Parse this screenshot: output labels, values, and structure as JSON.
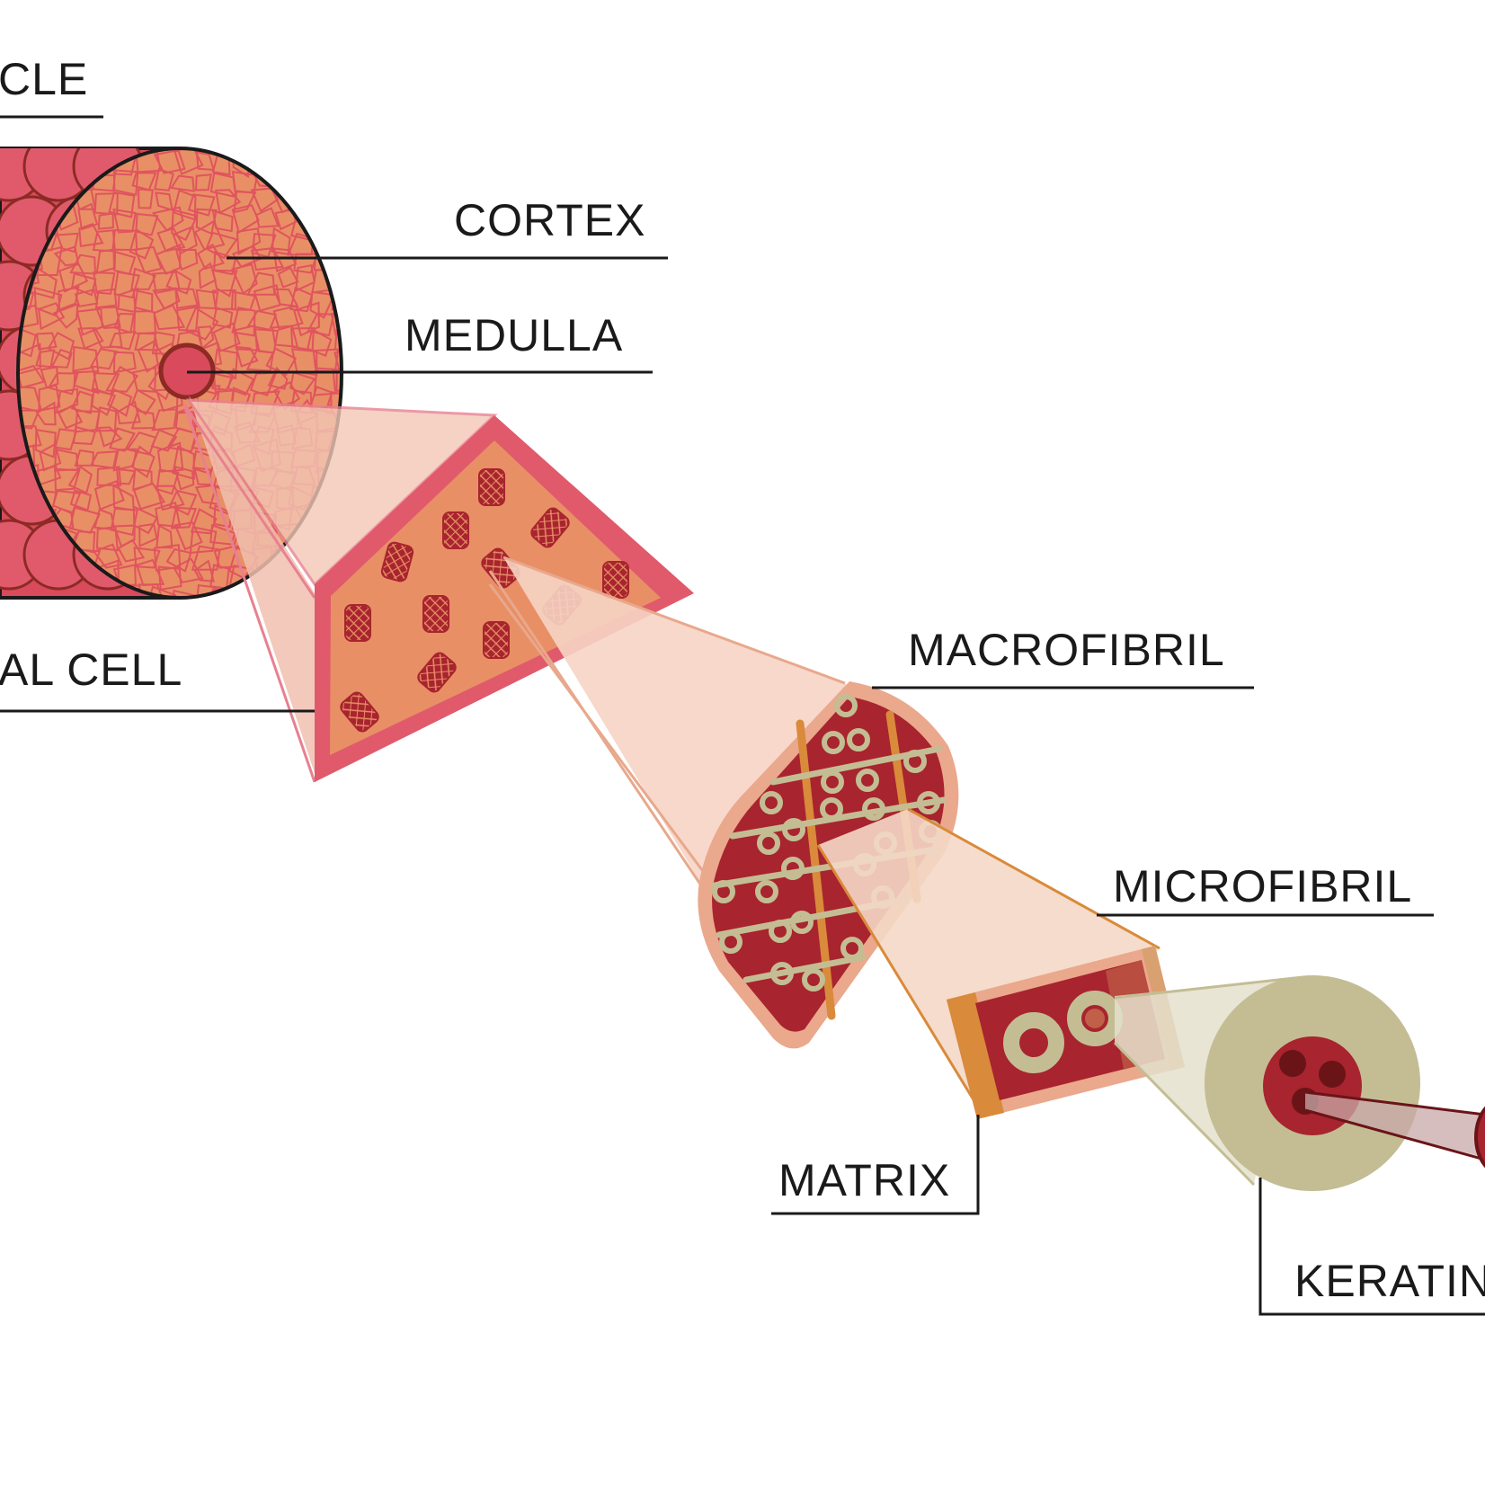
{
  "labels": {
    "cuticle": "CLE",
    "cortex": "CORTEX",
    "medulla": "MEDULLA",
    "cortical_cell": "AL CELL",
    "macrofibril": "MACROFIBRIL",
    "microfibril": "MICROFIBRIL",
    "matrix": "MATRIX",
    "keratin": "KERATIN"
  },
  "colors": {
    "cuticle_red": "#d84a5c",
    "cortex_salmon": "#e88f66",
    "cell_border": "#e05a6c",
    "macro_dark_red": "#a8242e",
    "fibre_tan": "#c4bd94",
    "orange": "#d98a3a",
    "peach_beam": "#f3c4b0",
    "outline": "#1a1a1a"
  }
}
